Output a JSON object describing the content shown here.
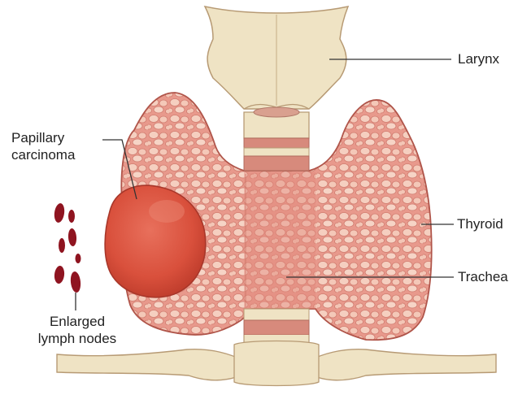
{
  "labels": {
    "larynx": "Larynx",
    "papillary_line1": "Papillary",
    "papillary_line2": "carcinoma",
    "thyroid": "Thyroid",
    "trachea": "Trachea",
    "lymph_line1": "Enlarged",
    "lymph_line2": "lymph nodes"
  },
  "colors": {
    "cartilage": "#efe3c4",
    "cartilage_stroke": "#b79a74",
    "thyroid_tissue": "#e7968a",
    "thyroid_stroke": "#b0554a",
    "follicle": "#f6d1c2",
    "tumor": "#d94f3b",
    "tumor_stroke": "#a8372a",
    "trachea_ring": "#d78a7c",
    "lymph_node": "#8f1420",
    "leader_line": "#333333"
  }
}
